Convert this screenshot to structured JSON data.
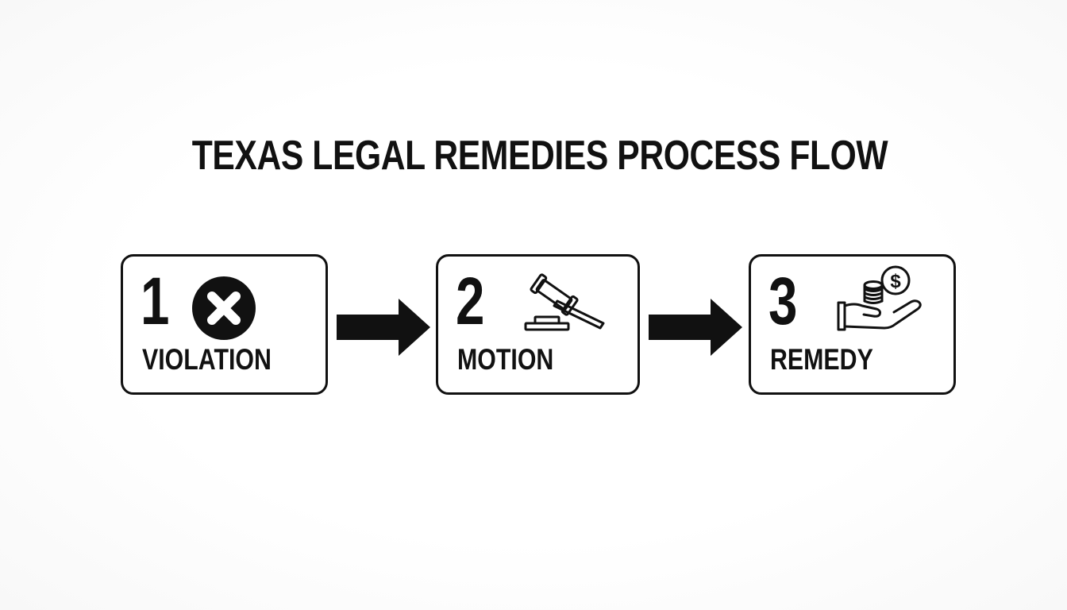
{
  "title": "TEXAS LEGAL REMEDIES PROCESS FLOW",
  "steps": [
    {
      "number": "1",
      "label": "VIOLATION",
      "icon": "x-circle-icon"
    },
    {
      "number": "2",
      "label": "MOTION",
      "icon": "gavel-icon"
    },
    {
      "number": "3",
      "label": "REMEDY",
      "icon": "hand-coins-icon"
    }
  ],
  "colors": {
    "ink": "#111111",
    "background": "#ffffff"
  }
}
